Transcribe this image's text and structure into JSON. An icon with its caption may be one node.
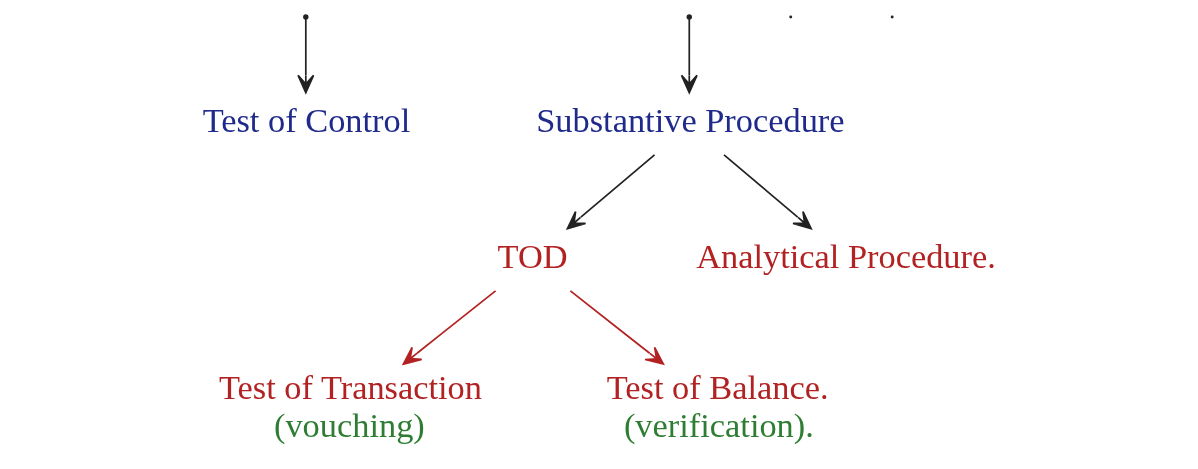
{
  "diagram": {
    "nodes": [
      {
        "text": [
          "Test of Control"
        ]
      },
      {
        "text": [
          "Substantive Procedure"
        ]
      },
      {
        "text": [
          "TOD"
        ]
      },
      {
        "text": [
          "Analytical Procedure."
        ]
      },
      {
        "text": [
          "Test of Transaction",
          "(vouching)"
        ]
      },
      {
        "text": [
          "Test of Balance.",
          "(verification)."
        ]
      }
    ],
    "edges": [
      {
        "from": null,
        "to": 0,
        "arrow": "to"
      },
      {
        "from": null,
        "to": 1,
        "arrow": "to"
      },
      {
        "from": 1,
        "to": 2,
        "arrow": "to"
      },
      {
        "from": 1,
        "to": 3,
        "arrow": "to"
      },
      {
        "from": 2,
        "to": 4,
        "arrow": "to",
        "color": "#b22222"
      },
      {
        "from": 2,
        "to": 5,
        "arrow": "to",
        "color": "#b22222"
      }
    ]
  }
}
